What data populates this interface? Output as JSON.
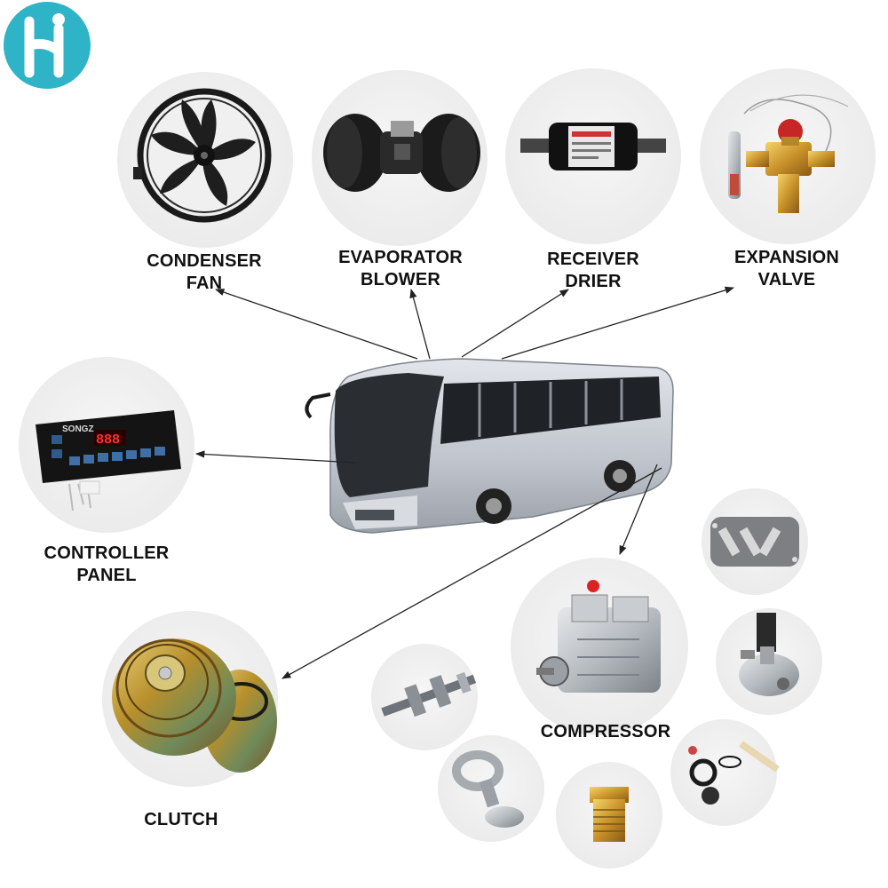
{
  "brand": {
    "logo_color": "#2fb3c6"
  },
  "labels": {
    "condenser_fan": [
      "CONDENSER",
      "FAN"
    ],
    "evaporator_blower": [
      "EVAPORATOR",
      "BLOWER"
    ],
    "receiver_drier": [
      "RECEIVER",
      "DRIER"
    ],
    "expansion_valve": [
      "EXPANSION",
      "VALVE"
    ],
    "controller_panel": [
      "CONTROLLER",
      "PANEL"
    ],
    "compressor": "COMPRESSOR",
    "clutch": "CLUTCH"
  },
  "panel": {
    "brand_text": "SONGZ",
    "display": "888"
  },
  "icons": {
    "logo": "brand-logo-icon",
    "bus": "bus-icon",
    "fan": "fan-icon",
    "blower": "blower-icon",
    "drier": "drier-icon",
    "valve": "expansion-valve-icon",
    "panel": "controller-panel-icon",
    "compressor": "compressor-icon",
    "clutch": "clutch-icon"
  }
}
